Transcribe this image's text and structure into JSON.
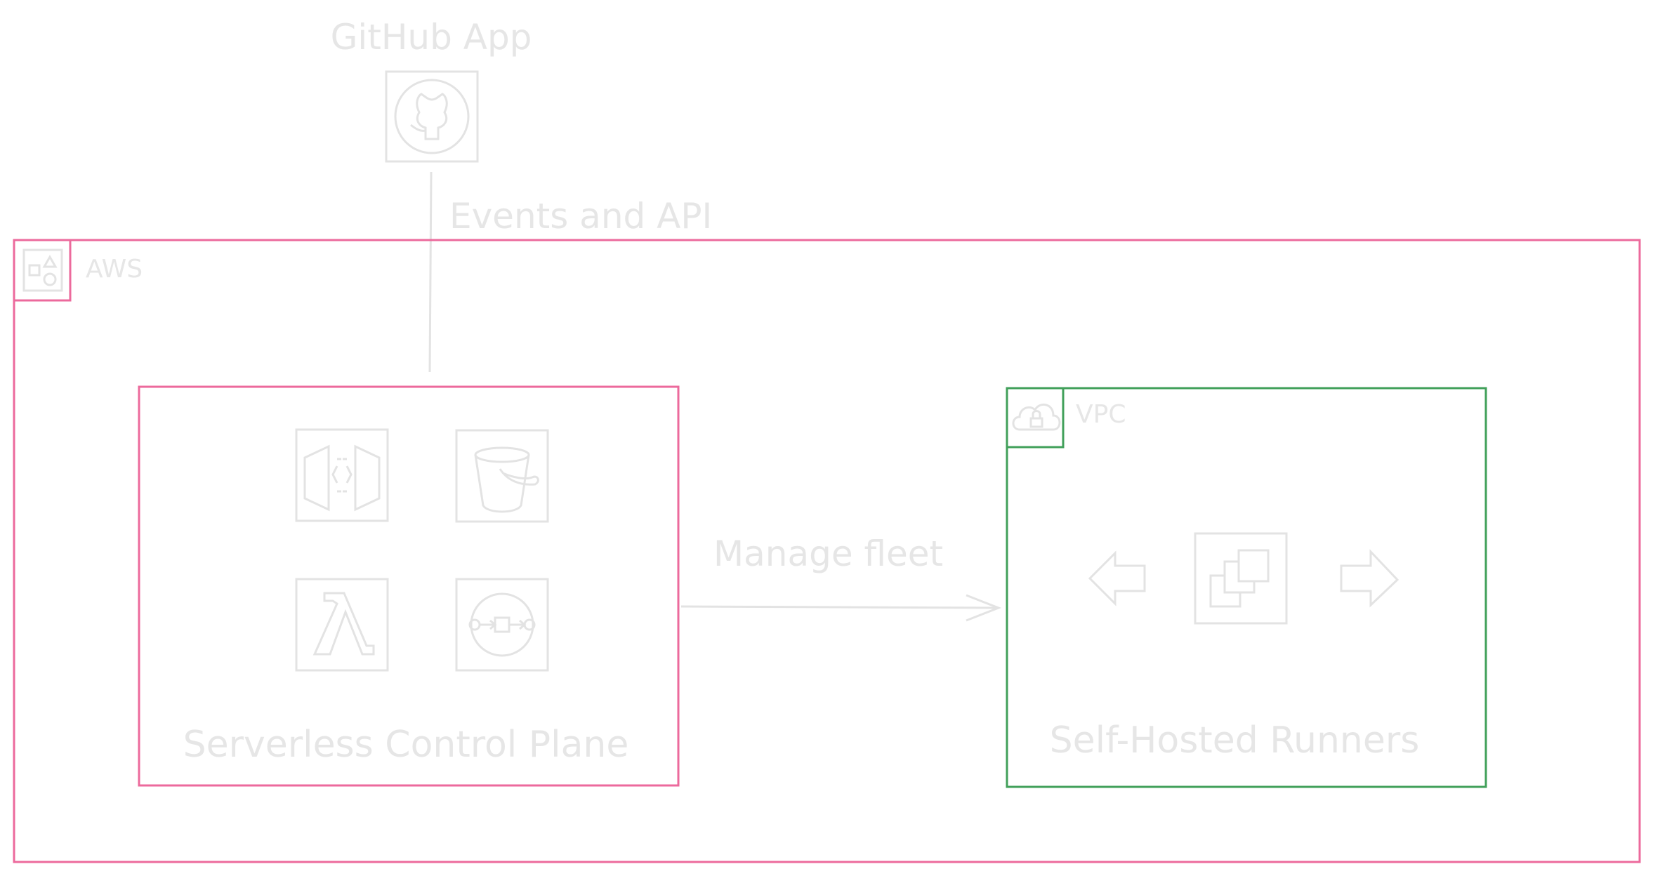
{
  "title": "GitHub App",
  "edge_labels": {
    "github_to_aws": "Events and API",
    "control_to_runners": "Manage fleet"
  },
  "aws": {
    "label": "AWS",
    "border_color": "#ec6a9c",
    "icon": "aws-cloud-group-icon"
  },
  "control_plane": {
    "label": "Serverless Control Plane",
    "border_color": "#ec6a9c",
    "icons": [
      "api-gateway-icon",
      "s3-bucket-icon",
      "lambda-icon",
      "step-functions-icon"
    ]
  },
  "vpc": {
    "label": "VPC",
    "border_color": "#41a05a",
    "icon": "vpc-cloud-lock-icon"
  },
  "runners": {
    "label": "Self-Hosted Runners",
    "icons": [
      "arrow-left-icon",
      "ec2-instances-icon",
      "arrow-right-icon"
    ]
  },
  "colors": {
    "faded_stroke": "#e3e3e3",
    "faded_text": "#e6e6e6"
  }
}
